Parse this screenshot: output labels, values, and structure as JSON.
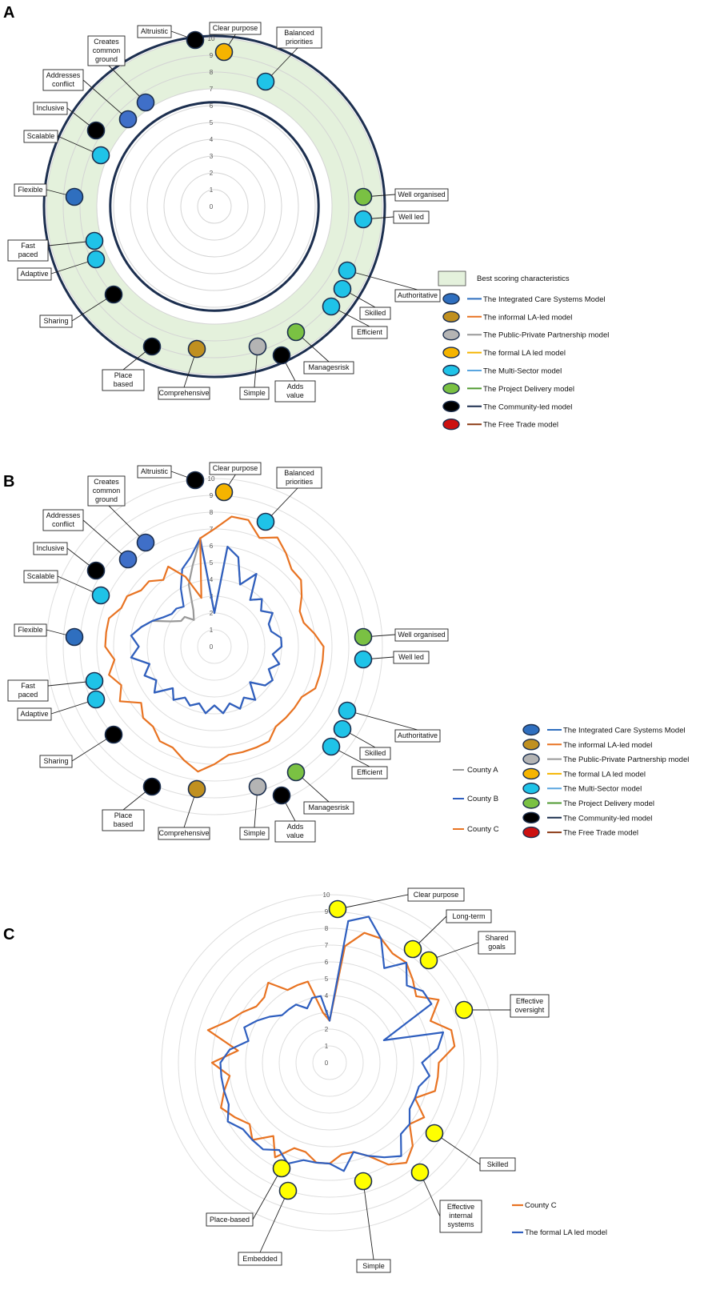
{
  "panels": [
    {
      "letter": "A"
    },
    {
      "letter": "B"
    },
    {
      "letter": "C"
    }
  ],
  "colors": {
    "integrated_care": "#2f6fbf",
    "informal_la": "#c09020",
    "ppp": "#b4b4b4",
    "formal_la": "#f5b400",
    "multi_sector": "#1fc3e8",
    "project_delivery": "#7ac143",
    "community": "#000000",
    "free_trade": "#cc1111",
    "county_a": "#999999",
    "county_b": "#2f5fbf",
    "county_c": "#e87322",
    "best_band": "#e4f1dc",
    "ring": "#1c2f4f",
    "yellow_marker": "#ffff00"
  },
  "legend_models": [
    {
      "label": "The Integrated Care Systems Model",
      "fill": "#2f6fbf",
      "line": "#2f6fbf"
    },
    {
      "label": "The informal LA-led model",
      "fill": "#c09020",
      "line": "#e87322"
    },
    {
      "label": "The Public-Private Partnership model",
      "fill": "#b4b4b4",
      "line": "#999999"
    },
    {
      "label": "The formal LA led model",
      "fill": "#f5b400",
      "line": "#f5b400"
    },
    {
      "label": "The Multi-Sector model",
      "fill": "#1fc3e8",
      "line": "#5aa6e0"
    },
    {
      "label": "The Project Delivery model",
      "fill": "#7ac143",
      "line": "#4f9a30"
    },
    {
      "label": "The Community-led model",
      "fill": "#000000",
      "line": "#1c2f4f"
    },
    {
      "label": "The Free Trade model",
      "fill": "#cc1111",
      "line": "#8b3a14"
    }
  ],
  "legend_best": "Best scoring characteristics",
  "characteristics_ab": [
    {
      "label": "Altruistic",
      "color": "#000000"
    },
    {
      "label": "Clear purpose",
      "color": "#f5b400"
    },
    {
      "label": "Balanced priorities",
      "color": "#1fc3e8"
    },
    {
      "label": "Creates common ground",
      "color": "#3f6fc8"
    },
    {
      "label": "Addresses conflict",
      "color": "#3f6fc8"
    },
    {
      "label": "Inclusive",
      "color": "#000000"
    },
    {
      "label": "Scalable",
      "color": "#1fc3e8"
    },
    {
      "label": "Flexible",
      "color": "#2f6fbf"
    },
    {
      "label": "Fast paced",
      "color": "#1fc3e8"
    },
    {
      "label": "Adaptive",
      "color": "#1fc3e8"
    },
    {
      "label": "Sharing",
      "color": "#000000"
    },
    {
      "label": "Place based",
      "color": "#000000"
    },
    {
      "label": "Comprehensive",
      "color": "#c09020"
    },
    {
      "label": "Simple",
      "color": "#b4b4b4"
    },
    {
      "label": "Adds value",
      "color": "#000000"
    },
    {
      "label": "Managesrisk",
      "color": "#7ac143"
    },
    {
      "label": "Efficient",
      "color": "#1fc3e8"
    },
    {
      "label": "Skilled",
      "color": "#1fc3e8"
    },
    {
      "label": "Authoritative",
      "color": "#1fc3e8"
    },
    {
      "label": "Well led",
      "color": "#1fc3e8"
    },
    {
      "label": "Well organised",
      "color": "#7ac143"
    }
  ],
  "characteristics_c": [
    "Clear purpose",
    "Long-term",
    "Shared goals",
    "Effective oversight",
    "Skilled",
    "Effective internal systems",
    "Simple",
    "Embedded",
    "Place-based"
  ],
  "chart_data": [
    {
      "panel": "A",
      "type": "radar",
      "r_ticks": [
        "0",
        "1",
        "2",
        "3",
        "4",
        "5",
        "6",
        "7",
        "8",
        "9",
        "10"
      ],
      "r_range": [
        0,
        10
      ],
      "best_band": [
        7,
        10
      ],
      "legend_placement": "right"
    },
    {
      "panel": "B",
      "type": "radar",
      "r_ticks": [
        "0",
        "1",
        "2",
        "3",
        "4",
        "5",
        "6",
        "7",
        "8",
        "9",
        "10"
      ],
      "r_range": [
        0,
        10
      ],
      "series": [
        {
          "name": "County A",
          "color": "#999999",
          "values": [
            2,
            6,
            5.5,
            4,
            5,
            3.5,
            4,
            3.5,
            4,
            3.5,
            3.5,
            4,
            4,
            3.5,
            4,
            3.5,
            4,
            3.8,
            3,
            4,
            3.5,
            4,
            3.5,
            4,
            3.5,
            4,
            3.5,
            3.8,
            3.5,
            4,
            3.5,
            4.5,
            4,
            4.5,
            4,
            5,
            4.5,
            5,
            4.5,
            4,
            3,
            2.5,
            2.5,
            2,
            2.5,
            4,
            5,
            6.5
          ]
        },
        {
          "name": "County B",
          "color": "#2f5fbf",
          "values": [
            2,
            6,
            5.5,
            4,
            5,
            3.5,
            4,
            3.5,
            4,
            3.5,
            3.5,
            4,
            4,
            3.5,
            4,
            3.5,
            4,
            3.8,
            3,
            4,
            3.5,
            4,
            3.5,
            4,
            3.5,
            4,
            3.5,
            3.8,
            3.5,
            4,
            3.5,
            4.5,
            4,
            4.5,
            4,
            5,
            4.5,
            5,
            4.5,
            4,
            3.5,
            3.2,
            3.2,
            3,
            4,
            5,
            5.5,
            6.5
          ]
        },
        {
          "name": "County C",
          "color": "#e87322",
          "values": [
            7,
            7.8,
            7.8,
            7,
            7.5,
            7,
            6.5,
            6.5,
            6,
            5.5,
            5.5,
            6,
            6.5,
            6.5,
            6.5,
            6.5,
            6,
            6,
            6,
            6,
            6.5,
            6.5,
            6.5,
            6.5,
            7,
            7.5,
            7,
            6.5,
            6.5,
            6,
            6,
            5.5,
            6.5,
            6,
            6.5,
            6,
            6.5,
            6.5,
            6.5,
            6,
            6,
            5.5,
            5.5,
            5,
            5.5,
            4.5,
            3,
            6.5
          ]
        }
      ],
      "legend_placement": "right"
    },
    {
      "panel": "C",
      "type": "radar",
      "r_ticks": [
        "0",
        "1",
        "2",
        "3",
        "4",
        "5",
        "6",
        "7",
        "8",
        "9",
        "10"
      ],
      "r_range": [
        0,
        10
      ],
      "series": [
        {
          "name": "County C",
          "color": "#e87322",
          "values": [
            2.5,
            7,
            8,
            8,
            7.5,
            7.5,
            7,
            6.5,
            7.5,
            6.5,
            7.5,
            7.5,
            6.5,
            6.5,
            6.5,
            5.5,
            6.5,
            6,
            7,
            7.5,
            7,
            6,
            5.5,
            5.5,
            6,
            6,
            5.5,
            5.5,
            6.5,
            5.5,
            6.5,
            6,
            6.5,
            7,
            6.5,
            6,
            7,
            5.5,
            7.5,
            6.5,
            6,
            5.5,
            5.5,
            6,
            5,
            5,
            5,
            3
          ]
        },
        {
          "name": "The formal LA led model",
          "color": "#2f5fbf",
          "values": [
            2.5,
            8.5,
            9,
            8,
            6.5,
            7.5,
            6.5,
            7,
            7,
            3.5,
            7,
            6.5,
            5.5,
            6,
            5.5,
            5.5,
            5.5,
            6,
            6,
            7,
            6.5,
            6,
            5.5,
            6.5,
            6,
            6,
            6,
            6.5,
            6,
            6.5,
            6.5,
            6.5,
            7,
            6.5,
            6.5,
            6.5,
            6.5,
            6,
            5,
            5.5,
            5,
            4.5,
            4,
            4,
            4,
            3.5,
            4,
            4
          ]
        }
      ],
      "legend_placement": "bottom-right"
    }
  ]
}
